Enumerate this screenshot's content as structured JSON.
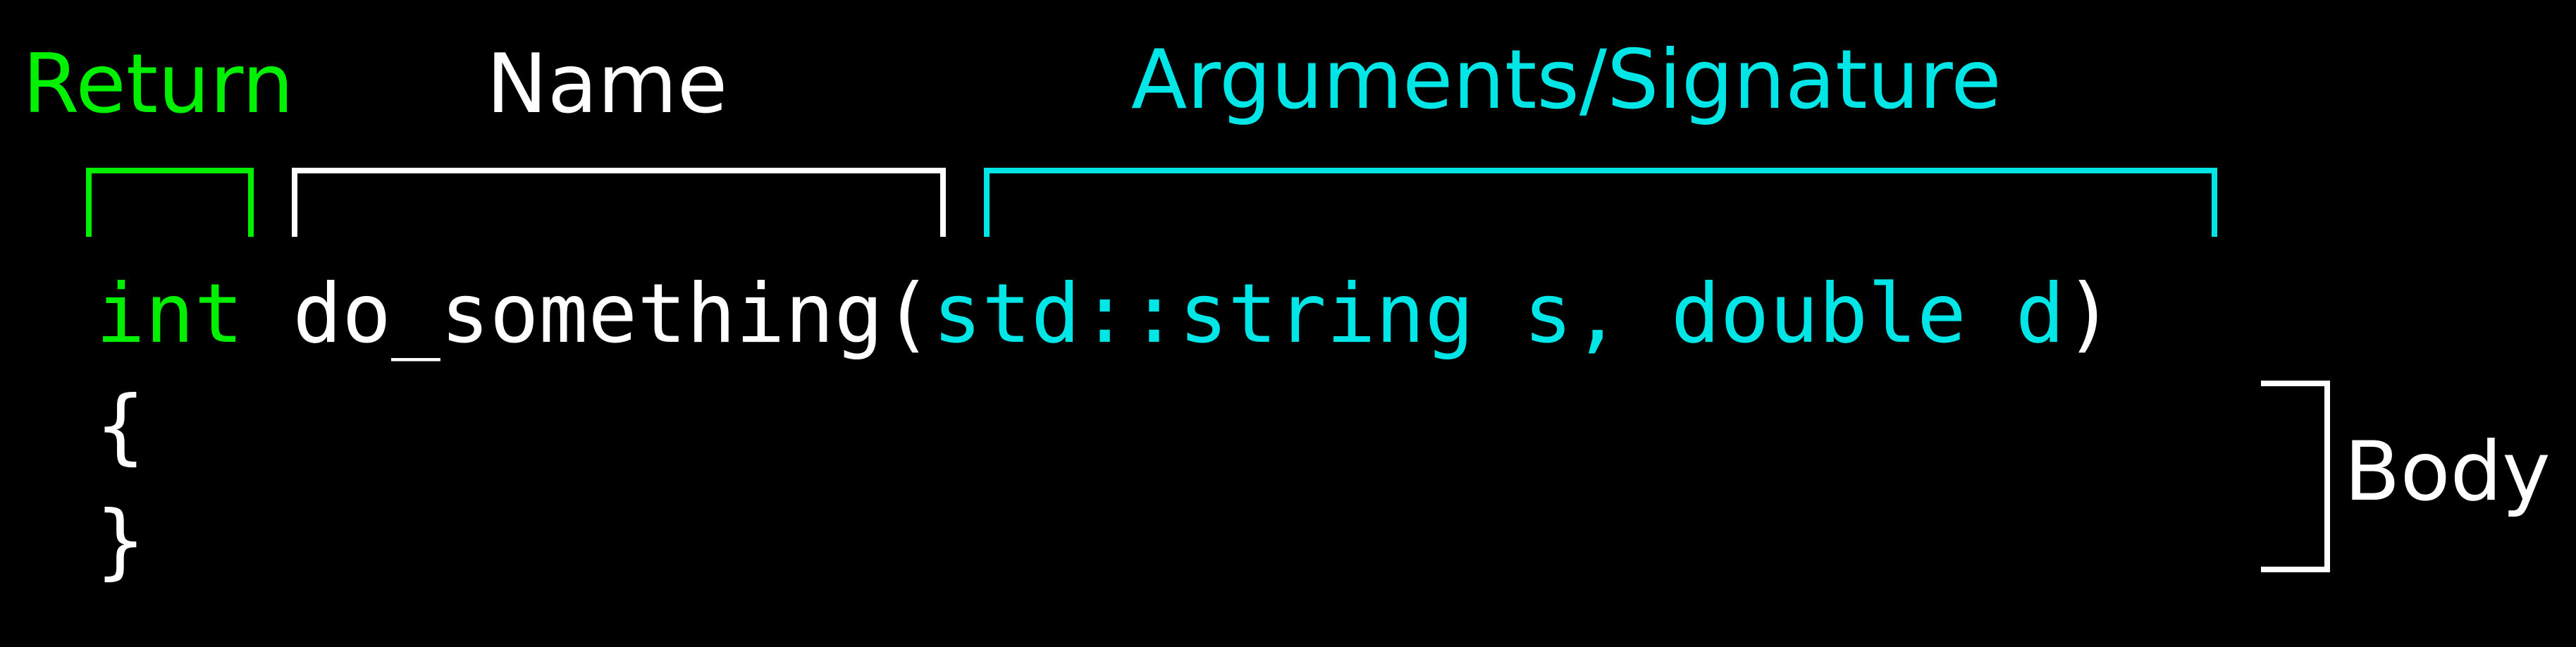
{
  "colors": {
    "background": "#000000",
    "return": "#00f000",
    "name": "#ffffff",
    "arguments": "#00e5e5",
    "punctuation": "#ffffff",
    "body": "#ffffff"
  },
  "labels": {
    "return": "Return",
    "name": "Name",
    "arguments": "Arguments/Signature",
    "body": "Body"
  },
  "code": {
    "return_type": "int",
    "function_name": "do_something",
    "open_paren": "(",
    "arguments": "std::string s, double d",
    "close_paren": ")",
    "open_brace": "{",
    "close_brace": "}"
  }
}
